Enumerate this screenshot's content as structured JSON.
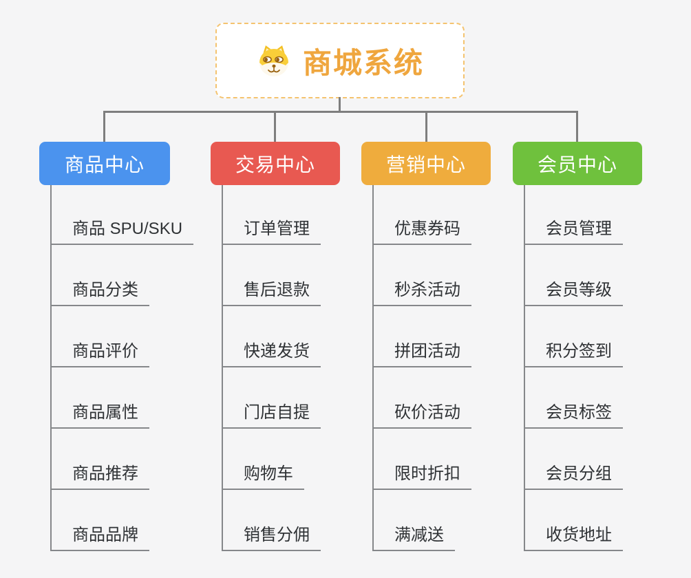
{
  "root": {
    "title": "商城系统",
    "icon": "dog-face-icon"
  },
  "colors": {
    "background": "#f5f5f6",
    "root_fill": "#ffffff",
    "root_border": "#f4c36f",
    "root_text": "#efa63e",
    "connector_line": "#7e7e7e",
    "leaf_line": "#85878a",
    "leaf_text": "#2f3235",
    "branch_text": "#ffffff"
  },
  "branches": [
    {
      "label": "商品中心",
      "color": "#4b93ee",
      "children": [
        "商品 SPU/SKU",
        "商品分类",
        "商品评价",
        "商品属性",
        "商品推荐",
        "商品品牌"
      ]
    },
    {
      "label": "交易中心",
      "color": "#e85951",
      "children": [
        "订单管理",
        "售后退款",
        "快递发货",
        "门店自提",
        "购物车",
        "销售分佣"
      ]
    },
    {
      "label": "营销中心",
      "color": "#efac3d",
      "children": [
        "优惠券码",
        "秒杀活动",
        "拼团活动",
        "砍价活动",
        "限时折扣",
        "满减送"
      ]
    },
    {
      "label": "会员中心",
      "color": "#6fc13d",
      "children": [
        "会员管理",
        "会员等级",
        "积分签到",
        "会员标签",
        "会员分组",
        "收货地址"
      ]
    }
  ]
}
